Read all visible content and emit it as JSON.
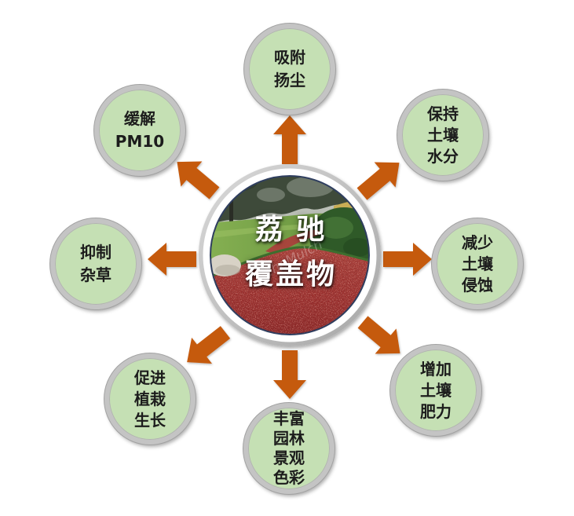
{
  "center": {
    "title_line1": "荔 驰",
    "title_line2": "覆盖物",
    "watermark": "licheMulch"
  },
  "nodes": [
    {
      "lines": [
        "吸附",
        "扬尘"
      ]
    },
    {
      "lines": [
        "保持",
        "土壤",
        "水分"
      ]
    },
    {
      "lines": [
        "减少",
        "土壤",
        "侵蚀"
      ]
    },
    {
      "lines": [
        "增加",
        "土壤",
        "肥力"
      ]
    },
    {
      "lines": [
        "丰富",
        "园林",
        "景观",
        "色彩"
      ]
    },
    {
      "lines": [
        "促进",
        "植栽",
        "生长"
      ]
    },
    {
      "lines": [
        "抑制",
        "杂草"
      ]
    },
    {
      "lines": [
        "缓解",
        "PM10"
      ]
    }
  ],
  "colors": {
    "node_fill": "#c5e0b4",
    "node_ring": "#c4c4c4",
    "node_text": "#1c1c1c",
    "arrow": "#c55a11",
    "center_text": "#ffffff",
    "background": "#ffffff"
  }
}
